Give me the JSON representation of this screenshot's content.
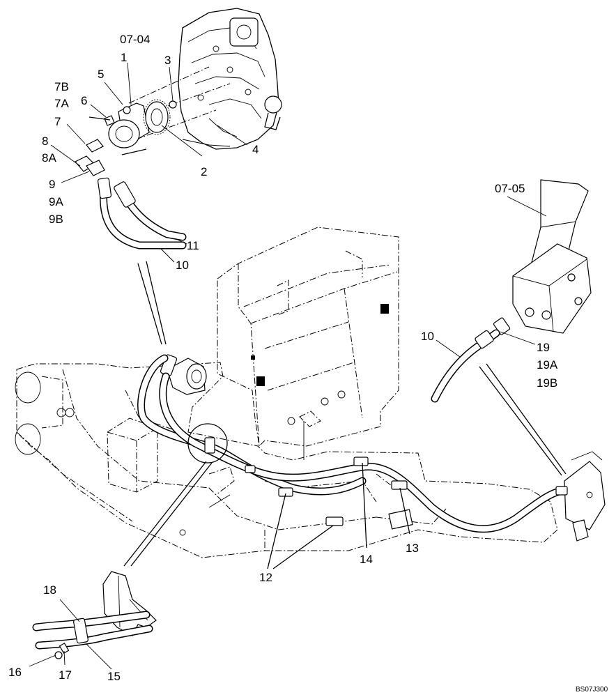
{
  "diagram": {
    "references": {
      "engine": "07-04",
      "pedal": "07-05"
    },
    "callouts": {
      "c1": "1",
      "c2": "2",
      "c3": "3",
      "c4": "4",
      "c5": "5",
      "c6": "6",
      "c7": "7",
      "c7A": "7A",
      "c7B": "7B",
      "c8": "8",
      "c8A": "8A",
      "c9": "9",
      "c9A": "9A",
      "c9B": "9B",
      "c10a": "10",
      "c10b": "10",
      "c11": "11",
      "c12": "12",
      "c13": "13",
      "c14": "14",
      "c15": "15",
      "c16": "16",
      "c17": "17",
      "c18": "18",
      "c19": "19",
      "c19A": "19A",
      "c19B": "19B"
    },
    "drawing_code": "BS07J300"
  }
}
